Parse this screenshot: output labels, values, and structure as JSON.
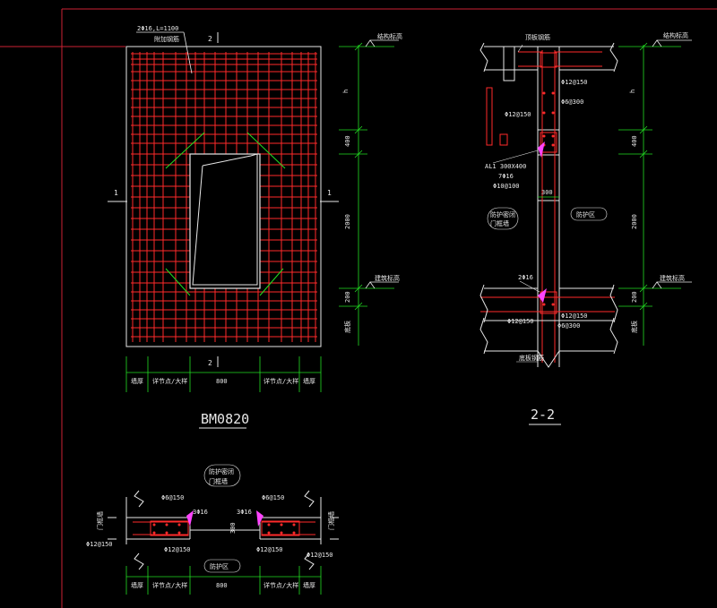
{
  "colors": {
    "background": "#000000",
    "frame": "#cc2233",
    "rebar": "#ff2a2a",
    "outline": "#e8e8e8",
    "dimension": "#22dd22",
    "hatch": "#ff44ff"
  },
  "elevation": {
    "title": "BM0820",
    "top_callout": "2Φ16,L=1100",
    "top_callout_sub": "附加钢筋",
    "section_mark_top": "2",
    "section_mark_bottom": "2",
    "section_mark_left": "1",
    "section_mark_right": "1",
    "vdims": {
      "h": "h",
      "d400": "400",
      "d2000": "2000",
      "d200": "200"
    },
    "tags": {
      "top_level": "结构标高",
      "floor_level": "建筑标高",
      "floor_note": "底板"
    },
    "hdims": {
      "wall_left": "墙厚",
      "side_left": "详节点/大样",
      "width": "800",
      "side_right": "详节点/大样",
      "wall_right": "墙厚"
    }
  },
  "section22": {
    "title": "2-2",
    "top_label": "顶板钢筋",
    "top_level": "结构标高",
    "bar_top": "Φ12@150",
    "bar_top2": "Φ6@300",
    "bar_left": "Φ12@150",
    "lintel": "AL1 300X400",
    "lintel_bar": "7Φ16",
    "lintel_stirrup": "Φ10@100",
    "wall_thk": "300",
    "left_note_1": "防护密闭",
    "left_note_2": "门框墙",
    "right_note": "防护区",
    "corner_bar": "2Φ16",
    "floor_bar_left": "Φ12@150",
    "floor_bar_right": "Φ12@150",
    "floor_bar_right2": "Φ6@300",
    "floor_level": "建筑标高",
    "floor_note": "底板",
    "bottom_label": "底板钢筋",
    "vdims": {
      "h": "h",
      "d400": "400",
      "d2000": "2000",
      "d200": "200"
    }
  },
  "section11": {
    "title_1": "防护密闭",
    "title_2": "门框墙",
    "bar_l1": "Φ6@150",
    "bar_r1": "Φ6@150",
    "bar_l2": "3Φ16",
    "bar_r2": "3Φ16",
    "bar_l3": "Φ12@150",
    "bar_r3": "Φ12@150",
    "bar_l4": "Φ12@150",
    "bar_r4": "Φ12@150",
    "thk": "300",
    "wall_l": "门框墙",
    "wall_r": "门框墙",
    "bottom_note": "防护区",
    "hdims": {
      "wall_left": "墙厚",
      "side_left": "详节点/大样",
      "width": "800",
      "side_right": "详节点/大样",
      "wall_right": "墙厚"
    }
  }
}
